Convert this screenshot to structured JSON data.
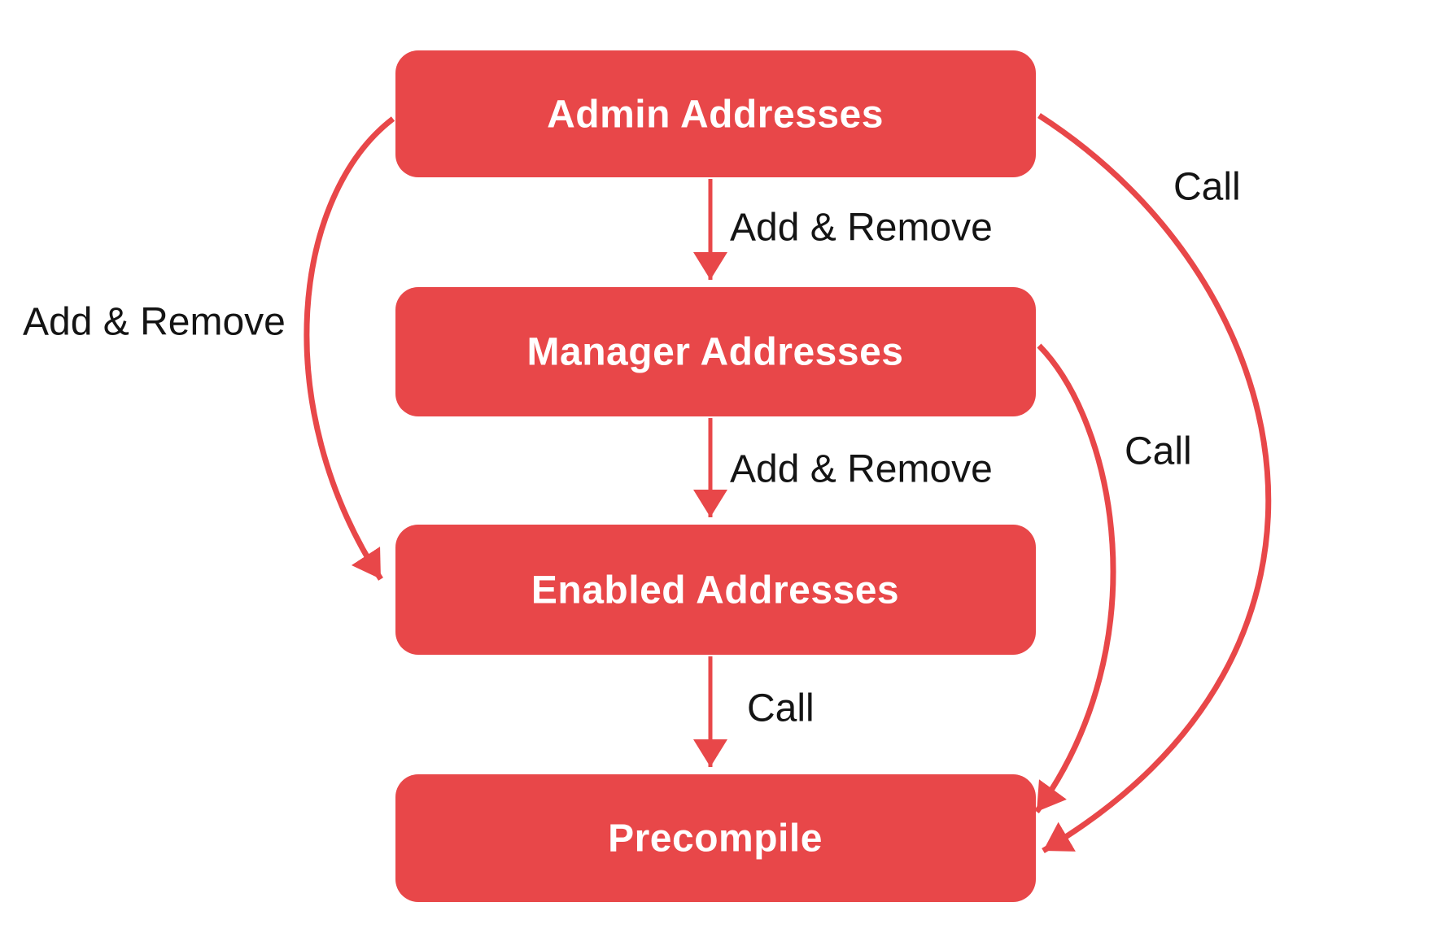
{
  "diagram": {
    "nodes": [
      {
        "id": "admin",
        "label": "Admin Addresses"
      },
      {
        "id": "manager",
        "label": "Manager Addresses"
      },
      {
        "id": "enabled",
        "label": "Enabled Addresses"
      },
      {
        "id": "precompile",
        "label": "Precompile"
      }
    ],
    "edges": [
      {
        "from": "admin",
        "to": "manager",
        "label": "Add & Remove",
        "shape": "straight-down"
      },
      {
        "from": "manager",
        "to": "enabled",
        "label": "Add & Remove",
        "shape": "straight-down"
      },
      {
        "from": "enabled",
        "to": "precompile",
        "label": "Call",
        "shape": "straight-down"
      },
      {
        "from": "admin",
        "to": "enabled",
        "label": "Add & Remove",
        "shape": "curve-left"
      },
      {
        "from": "admin",
        "to": "precompile",
        "label": "Call",
        "shape": "curve-right-outer"
      },
      {
        "from": "manager",
        "to": "precompile",
        "label": "Call",
        "shape": "curve-right-inner"
      }
    ],
    "colors": {
      "node_fill": "#E84749",
      "node_text": "#FFFFFF",
      "edge_stroke": "#E84749",
      "label_text": "#141414",
      "background": "#FFFFFF"
    }
  }
}
